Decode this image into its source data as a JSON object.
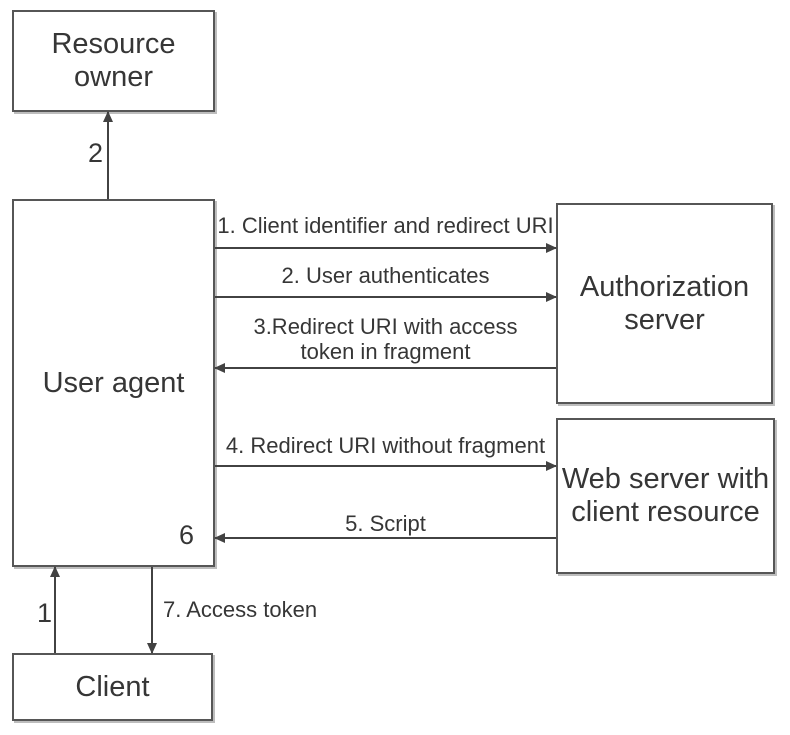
{
  "title": "OAuth implicit grant flow diagram",
  "colors": {
    "background": "#ffffff",
    "box_border": "#565656",
    "box_shadow": "#bdbdbd",
    "arrow": "#424242",
    "text": "#363636"
  },
  "nodes": {
    "resource_owner": "Resource\nowner",
    "user_agent": "User agent",
    "auth_server": "Authorization\nserver",
    "web_server": "Web server with\nclient resource",
    "client": "Client"
  },
  "labels": {
    "step1_horizontal": "1. Client identifier and redirect URI",
    "step2_horizontal": "2. User authenticates",
    "step3_horizontal": "3.Redirect URI with access\ntoken in fragment",
    "step4_horizontal": "4. Redirect URI without fragment",
    "step5_horizontal": "5. Script",
    "step6": "6",
    "step7": "7. Access token",
    "step2_vertical": "2",
    "step1_vertical": "1"
  }
}
